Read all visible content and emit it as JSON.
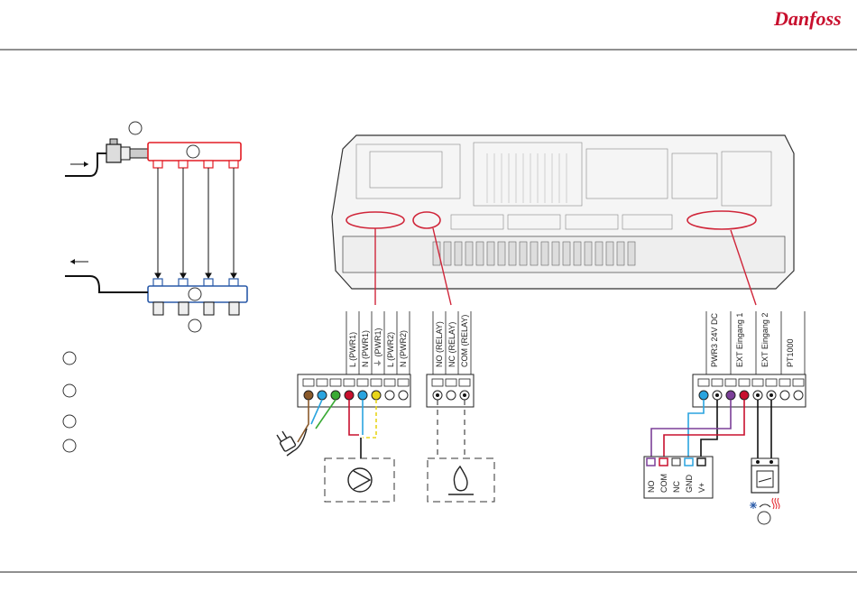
{
  "brand": {
    "logo_text": "Danfoss"
  },
  "colors": {
    "supply_red": "#e31b23",
    "return_blue": "#2a5aa8",
    "wire_brown": "#8a5a2b",
    "wire_blue": "#2aa4df",
    "wire_green": "#3aaa35",
    "wire_red": "#c8102e",
    "wire_yellow": "#e8d51a",
    "wire_purple": "#7b3f98",
    "highlight": "#d0263a"
  },
  "terminals": {
    "power": [
      "L (PWR1)",
      "N (PWR1)",
      "⏚ (PWR1)",
      "L (PWR2)",
      "N (PWR2)"
    ],
    "relay": [
      "NO (RELAY)",
      "NC (RELAY)",
      "COM (RELAY)"
    ],
    "ext": [
      "PWR3 24V DC",
      "EXT Eingang 1",
      "EXT Eingang 2",
      "PT1000"
    ]
  },
  "device_terminals": [
    "NO",
    "COM",
    "NC",
    "GND",
    "V+"
  ],
  "icons": [
    "pump-icon",
    "flame-icon",
    "plug-icon",
    "thermostat-icon",
    "snowflake-icon",
    "heating-icon",
    "flow-arrow-icon",
    "return-arrow-icon"
  ]
}
